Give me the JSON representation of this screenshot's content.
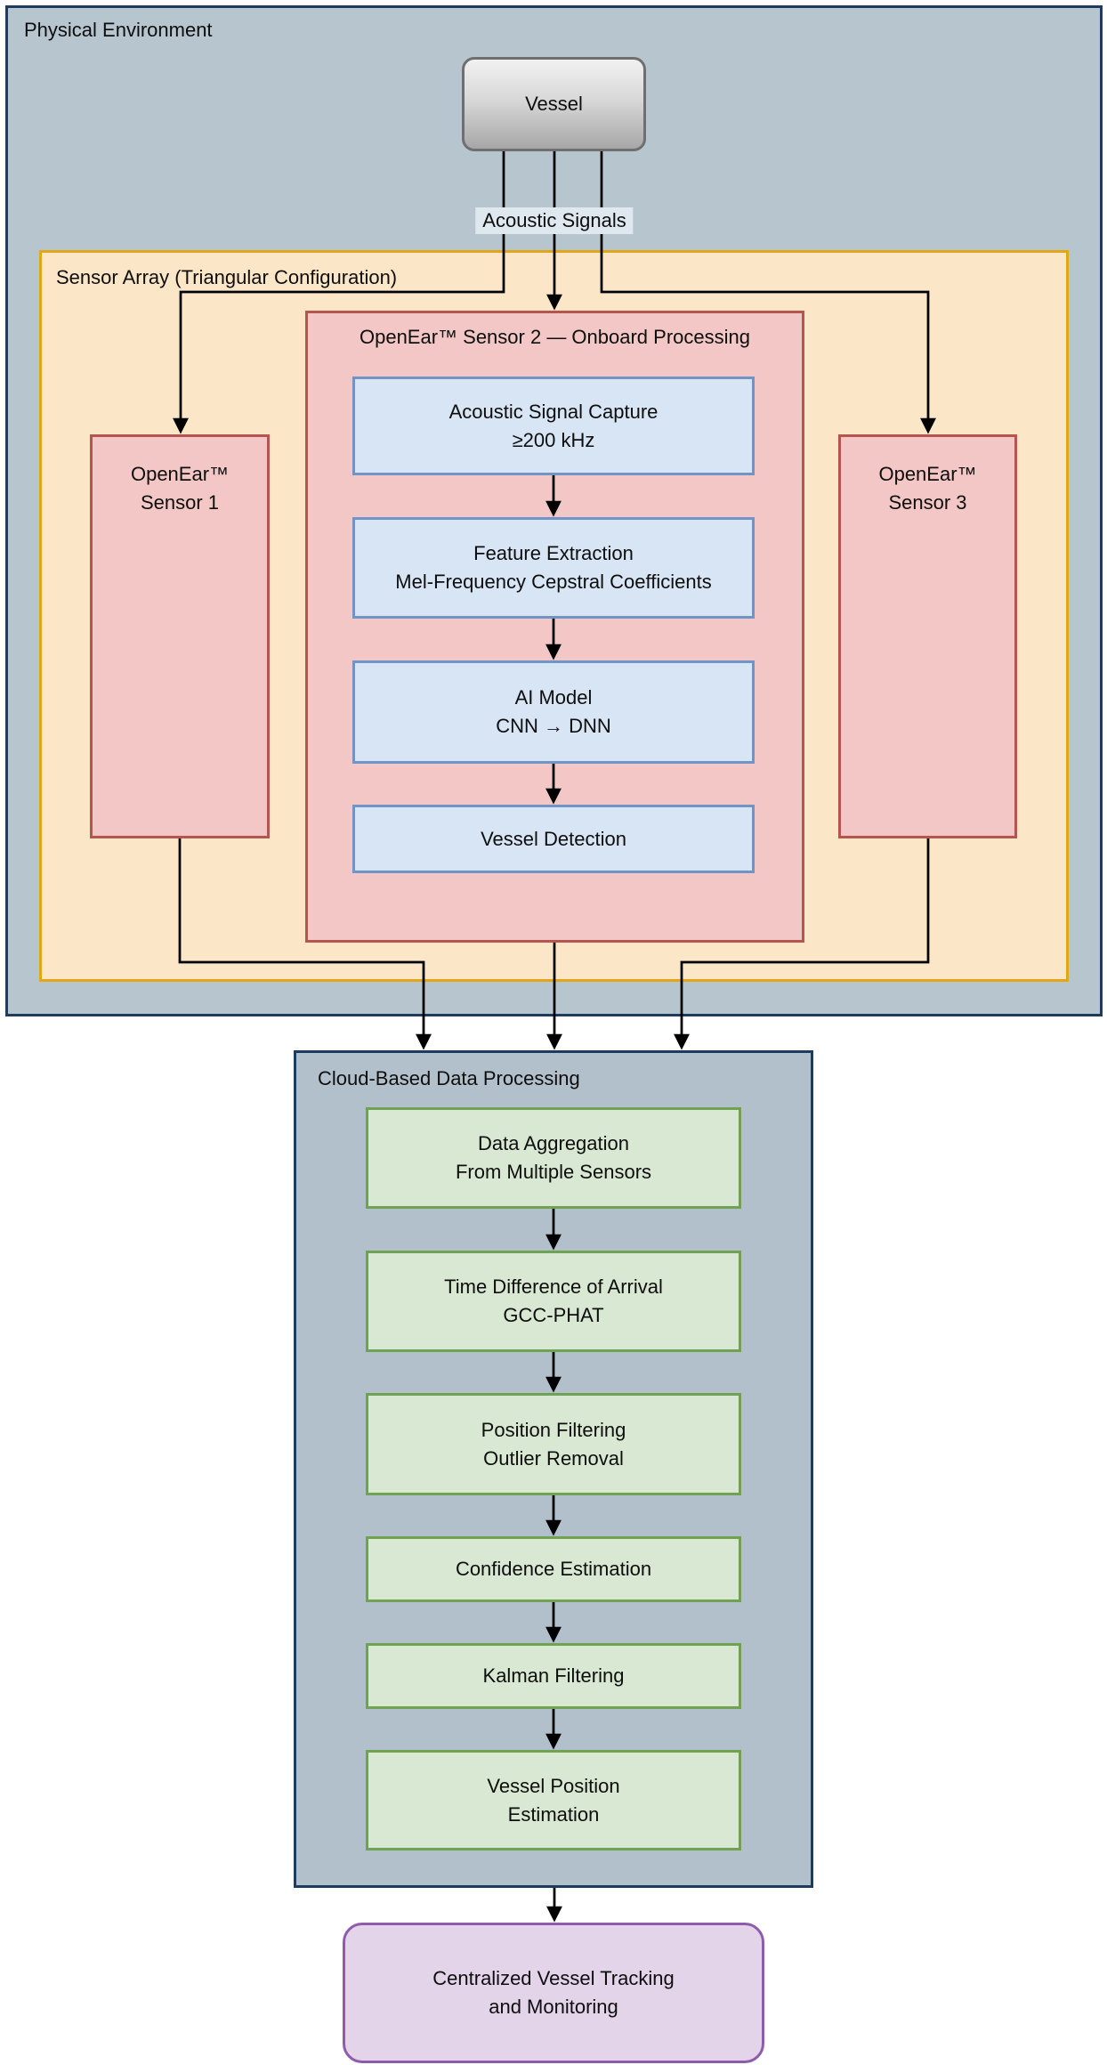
{
  "diagram": {
    "physical_environment": {
      "title": "Physical Environment"
    },
    "vessel": {
      "label": "Vessel"
    },
    "acoustic_signals_label": "Acoustic Signals",
    "sensor_array": {
      "title": "Sensor Array (Triangular Configuration)"
    },
    "sensor_1": {
      "line1": "OpenEar™",
      "line2": "Sensor 1"
    },
    "sensor_3": {
      "line1": "OpenEar™",
      "line2": "Sensor 3"
    },
    "sensor_2": {
      "title": "OpenEar™ Sensor 2 — Onboard Processing",
      "steps": [
        {
          "line1": "Acoustic Signal Capture",
          "line2": "≥200 kHz"
        },
        {
          "line1": "Feature Extraction",
          "line2": "Mel-Frequency Cepstral Coefficients"
        },
        {
          "line1": "AI Model",
          "line2": "CNN → DNN"
        },
        {
          "line1": "Vessel Detection"
        }
      ]
    },
    "cloud": {
      "title": "Cloud-Based Data Processing",
      "steps": [
        {
          "line1": "Data Aggregation",
          "line2": "From Multiple Sensors"
        },
        {
          "line1": "Time Difference of Arrival",
          "line2": "GCC-PHAT"
        },
        {
          "line1": "Position Filtering",
          "line2": "Outlier Removal"
        },
        {
          "line1": "Confidence Estimation"
        },
        {
          "line1": "Kalman Filtering"
        },
        {
          "line1": "Vessel Position",
          "line2": "Estimation"
        }
      ]
    },
    "output": {
      "line1": "Centralized Vessel Tracking",
      "line2": "and Monitoring"
    },
    "colors": {
      "physical_environment_fill": "#b7c5ce",
      "physical_environment_border": "#1d3c5e",
      "sensor_array_fill": "#fce6c8",
      "sensor_array_border": "#e3a616",
      "sensor_fill": "#f2c7c5",
      "sensor_border": "#b65450",
      "processing_step_fill": "#d8e5f5",
      "processing_step_border": "#7194c6",
      "cloud_fill": "#b2c0cb",
      "cloud_border": "#1d3c5e",
      "cloud_step_fill": "#d9e8d2",
      "cloud_step_border": "#70a351",
      "output_fill": "#e3d4e9",
      "output_border": "#8e5caa",
      "arrow": "#000000"
    }
  }
}
